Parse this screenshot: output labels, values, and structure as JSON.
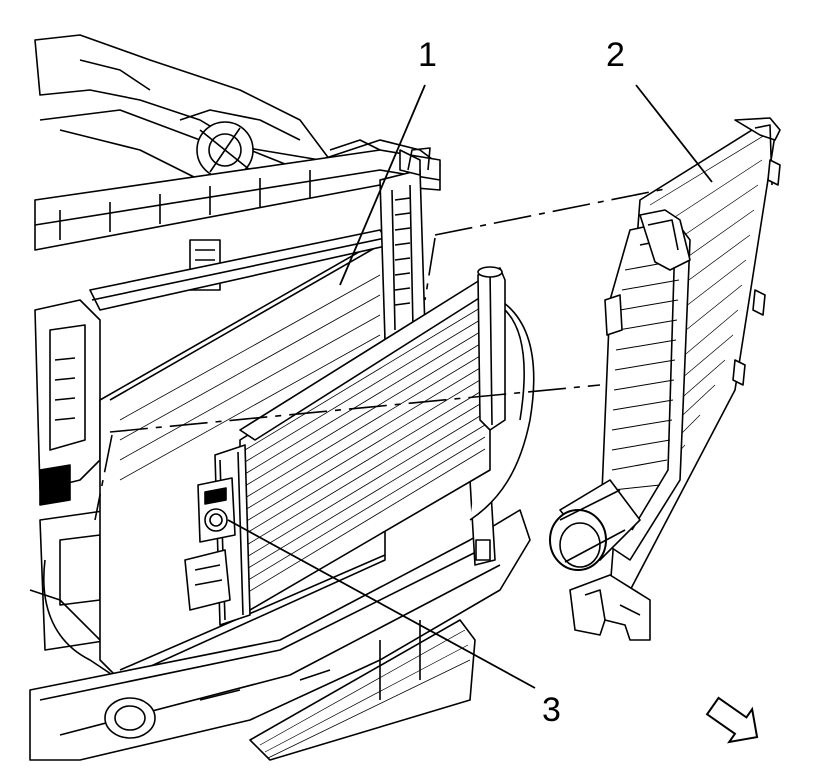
{
  "callouts": {
    "one": "1",
    "two": "2",
    "three": "3"
  },
  "colors": {
    "line": "#000000",
    "background": "#ffffff",
    "shade": "#d9d9d9"
  },
  "icons": {
    "view_direction": "forward-arrow-icon"
  }
}
